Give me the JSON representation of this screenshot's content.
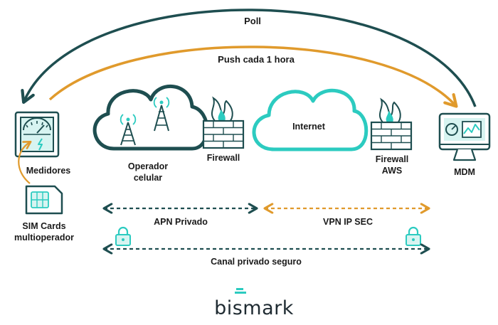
{
  "arcs": {
    "poll_label": "Poll",
    "push_label": "Push cada 1 hora"
  },
  "nodes": {
    "meters": "Medidores",
    "sim_line1": "SIM Cards",
    "sim_line2": "multioperador",
    "operator_line1": "Operador",
    "operator_line2": "celular",
    "firewall": "Firewall",
    "internet": "Internet",
    "firewall_aws_line1": "Firewall",
    "firewall_aws_line2": "AWS",
    "mdm": "MDM"
  },
  "links": {
    "apn": "APN Privado",
    "vpn": "VPN IP SEC",
    "secure_channel": "Canal privado seguro"
  },
  "brand": {
    "logo_text": "bismark"
  },
  "colors": {
    "dark_teal": "#1e4e50",
    "orange": "#e09a2c",
    "aqua": "#2ccbc0",
    "text": "#1a1a1a"
  }
}
